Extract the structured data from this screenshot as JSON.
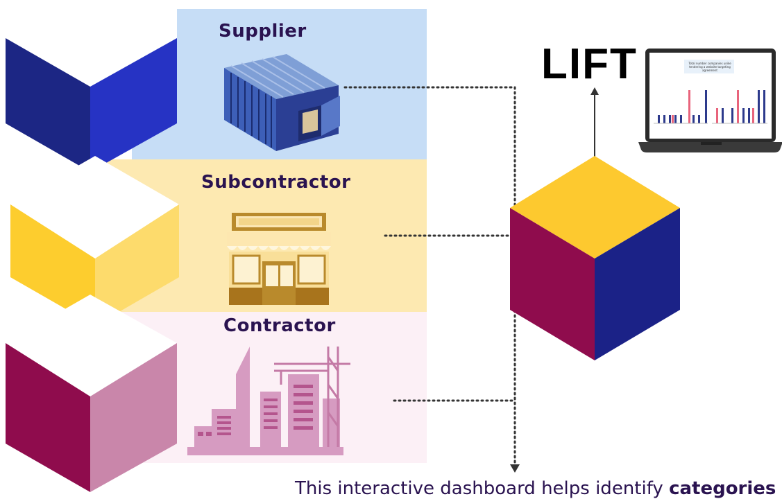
{
  "tiers": {
    "supplier": {
      "label": "Supplier",
      "band_color": "#c6ddf6",
      "cube_colors": [
        "#1e2a7a",
        "#2735c4"
      ]
    },
    "subcontractor": {
      "label": "Subcontractor",
      "band_color": "#fde9b1",
      "cube_colors": [
        "#fdd038",
        "#fddb6b"
      ]
    },
    "contractor": {
      "label": "Contractor",
      "band_color": "#fcf0f6",
      "cube_colors": [
        "#8e0c4c",
        "#c985aa"
      ]
    }
  },
  "lift": {
    "title": "LIFT",
    "cube_colors": {
      "top": "#fdc92f",
      "left": "#8e0c4c",
      "right": "#1b2287"
    }
  },
  "laptop": {
    "screen_heading": "Total number companies unike tendering a website targeting agreement"
  },
  "caption": {
    "text": "This interactive dashboard helps identify ",
    "emphasis": "categories"
  }
}
